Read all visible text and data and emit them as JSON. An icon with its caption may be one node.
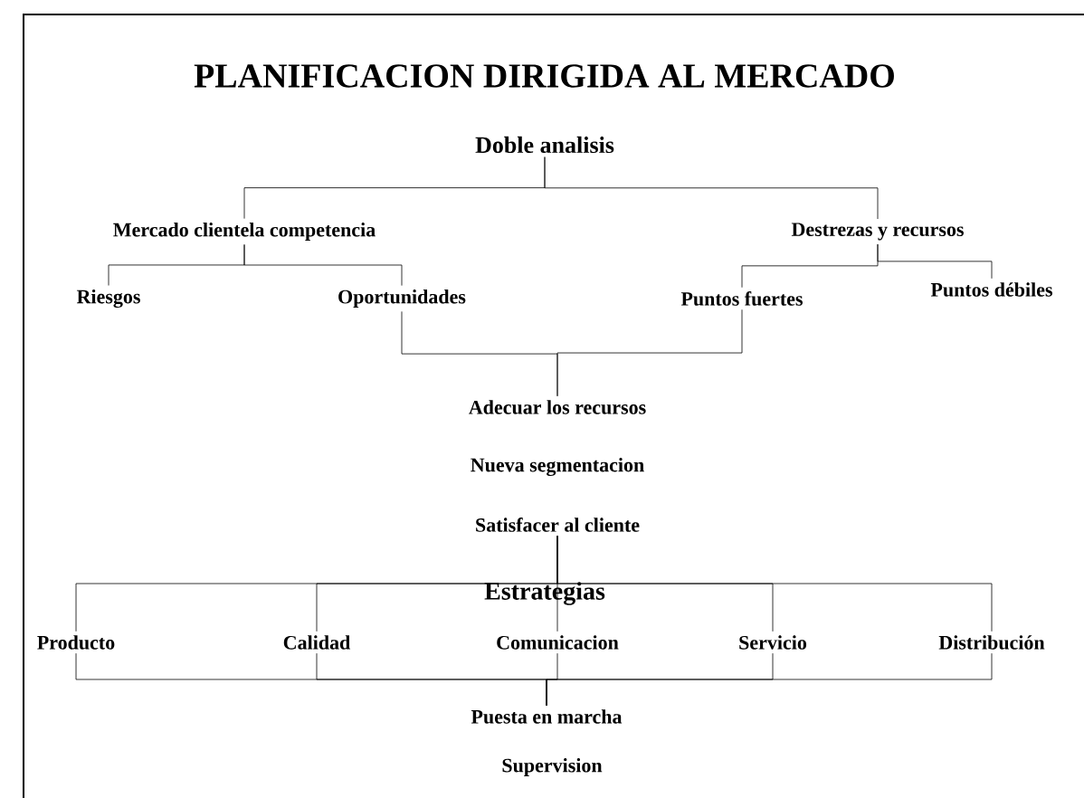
{
  "diagram": {
    "title": "PLANIFICACION DIRIGIDA AL MERCADO",
    "nodes": [
      {
        "text": [
          "Doble analisis"
        ]
      },
      {
        "text": [
          "Mercado clientela competencia"
        ]
      },
      {
        "text": [
          "Destrezas y recursos"
        ]
      },
      {
        "text": [
          "Riesgos"
        ]
      },
      {
        "text": [
          "Oportunidades"
        ]
      },
      {
        "text": [
          "Puntos fuertes"
        ]
      },
      {
        "text": [
          "Puntos débiles"
        ]
      },
      {
        "text": [
          "Adecuar los recursos"
        ]
      },
      {
        "text": [
          "Satisfacer al cliente"
        ]
      },
      {
        "text": [
          "Producto"
        ]
      },
      {
        "text": [
          "Calidad"
        ]
      },
      {
        "text": [
          "Comunicacion"
        ]
      },
      {
        "text": [
          "Servicio"
        ]
      },
      {
        "text": [
          "Distribución"
        ]
      },
      {
        "text": [
          "Puesta en marcha"
        ]
      }
    ],
    "edges": [
      {
        "from": 0,
        "to": 1,
        "arrow": "none"
      },
      {
        "from": 0,
        "to": 2,
        "arrow": "none"
      },
      {
        "from": 1,
        "to": 3,
        "arrow": "none"
      },
      {
        "from": 1,
        "to": 4,
        "arrow": "none"
      },
      {
        "from": 2,
        "to": 5,
        "arrow": "none"
      },
      {
        "from": 2,
        "to": 6,
        "arrow": "none"
      },
      {
        "from": 4,
        "to": 7,
        "arrow": "none"
      },
      {
        "from": 5,
        "to": 7,
        "arrow": "none"
      },
      {
        "from": 8,
        "to": 9,
        "arrow": "none"
      },
      {
        "from": 8,
        "to": 10,
        "arrow": "none"
      },
      {
        "from": 8,
        "to": 11,
        "arrow": "none"
      },
      {
        "from": 8,
        "to": 12,
        "arrow": "none"
      },
      {
        "from": 8,
        "to": 13,
        "arrow": "none"
      },
      {
        "from": 9,
        "to": 14,
        "arrow": "none"
      },
      {
        "from": 10,
        "to": 14,
        "arrow": "none"
      },
      {
        "from": 11,
        "to": 14,
        "arrow": "none"
      },
      {
        "from": 12,
        "to": 14,
        "arrow": "none"
      },
      {
        "from": 13,
        "to": 14,
        "arrow": "none"
      }
    ],
    "labels": [
      "Nueva segmentacion",
      "Estrategias",
      "Supervision"
    ]
  }
}
